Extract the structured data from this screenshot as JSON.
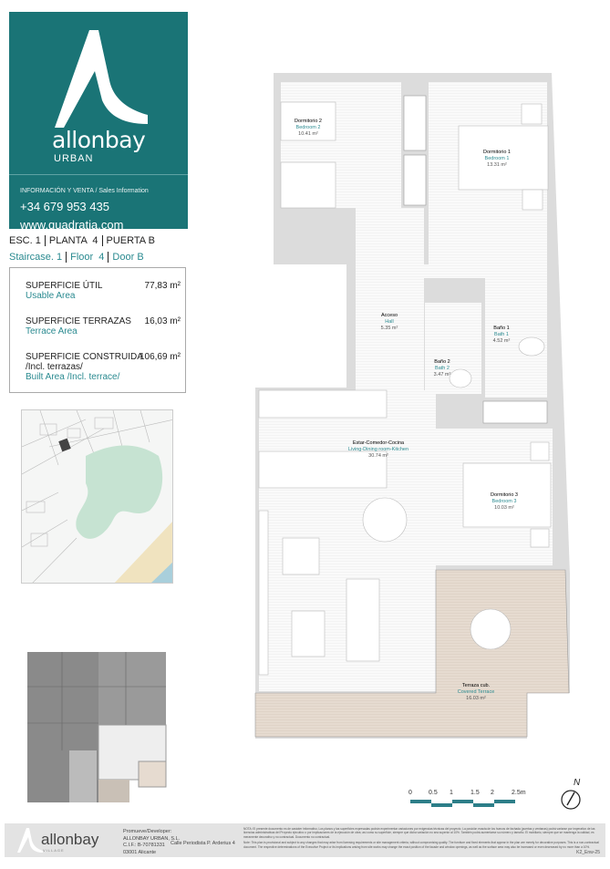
{
  "brand": {
    "name": "allonbay",
    "sub": "URBAN",
    "info_label": "INFORMACIÓN Y VENTA / Sales Information",
    "phone": "+34 679 953 435",
    "website": "www.quadratia.com"
  },
  "unit": {
    "esc_label": "ESC.",
    "esc": "1",
    "planta_label": "PLANTA",
    "planta": "4",
    "puerta_label": "PUERTA",
    "puerta": "B",
    "staircase_label": "Staircase.",
    "staircase": "1",
    "floor_label": "Floor",
    "floor": "4",
    "door_label": "Door",
    "door": "B"
  },
  "areas": [
    {
      "es": "SUPERFICIE ÚTIL",
      "en": "Usable Area",
      "value": "77,83 m²"
    },
    {
      "es": "SUPERFICIE TERRAZAS",
      "en": "Terrace Area",
      "value": "16,03 m²"
    },
    {
      "es": "SUPERFICIE CONSTRUIDA",
      "es2": "/Incl. terrazas/",
      "en": "Built Area /Incl. terrace/",
      "value": "106,69 m²"
    }
  ],
  "rooms": [
    {
      "es": "Dormitorio 2",
      "en": "Bedroom 2",
      "area": "10.41 m²"
    },
    {
      "es": "Dormitorio 1",
      "en": "Bedroom 1",
      "area": "13.31 m²"
    },
    {
      "es": "Acceso",
      "en": "Hall",
      "area": "5.35 m²"
    },
    {
      "es": "Baño 1",
      "en": "Bath 1",
      "area": "4.52 m²"
    },
    {
      "es": "Baño 2",
      "en": "Bath 2",
      "area": "3.47 m²"
    },
    {
      "es": "Estar-Comedor-Cocina",
      "en": "Living-Dining room-Kitchen",
      "area": "30.74 m²"
    },
    {
      "es": "Dormitorio 3",
      "en": "Bedroom 3",
      "area": "10.03 m²"
    },
    {
      "es": "Terraza cub.",
      "en": "Covered Terrace",
      "area": "16.03 m²"
    }
  ],
  "scale": {
    "ticks": [
      "0",
      "0.5",
      "1",
      "1.5",
      "2",
      "2.5m"
    ]
  },
  "compass": "N",
  "colors": {
    "brand": "#1a7476",
    "accent_text": "#2a8a90",
    "terrace": "#e6dbd0"
  },
  "footer": {
    "brand": "allonbay",
    "brand_sub": "VILLAGE",
    "developer_label": "Promueve/Developer:",
    "developer": "ALLONBAY URBAN, S.L.",
    "cif": "C.I.F.: B-70781331",
    "city": "03001 Alicante",
    "address": "Calle Periodista P. Arderius 4",
    "note_es": "NOTA: El presente documento es de carácter informativo. Los planos y las superficies expresadas podrán experimentar variaciones por exigencias técnicas del proyecto. La posición exacta de los huecos de fachada (puertas y ventanas) podrá variarse por imperativo de las licencias administrativas del Proyecto ejecutivo o por implicaciones de la ejecución de obra; así como su superficie, siempre que dicha variación no sea superior al 10%. También podrá aumentarse su número y tamaño. El mobiliario, siempre que se mantenga la calidad, es meramente decorativo y no contractual. Documento no contractual.",
    "note_en": "Note: This plan is provisional and subject to any changes that may arise from licensing requirements or site management criteria, without compromising quality. The furniture and fixed elements that appear in the plan are merely for decorative purposes. This is a non-contractual document. The respective determinations of the Executive Project or its implications arising from site works may change the exact position of the facade and window openings, as well as the surface area may also be increased or even decreased by no more than a 10%.",
    "code": "K2_Enw-25"
  }
}
